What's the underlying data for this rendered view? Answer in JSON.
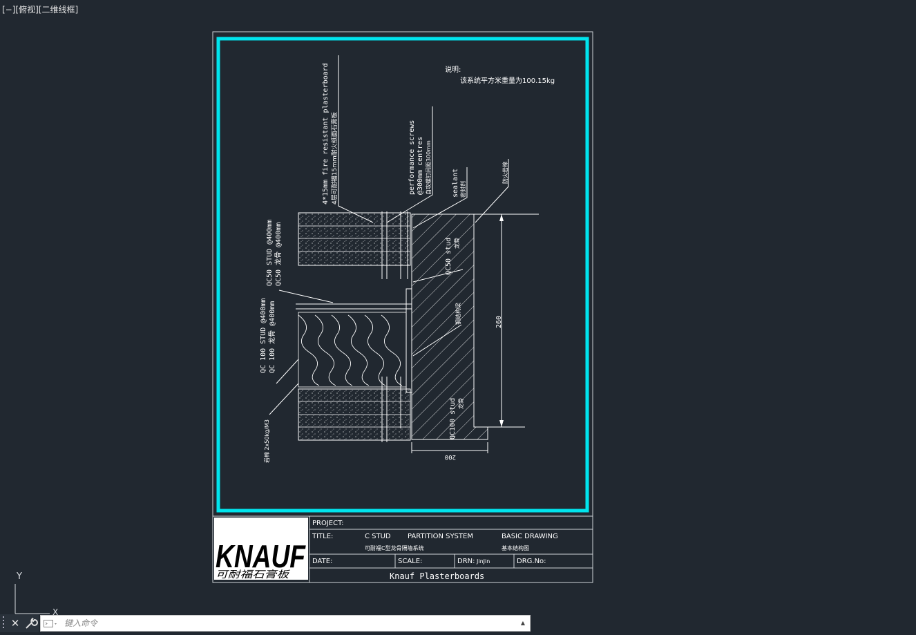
{
  "viewport": {
    "label": "[−][俯视][二维线框]"
  },
  "ucs": {
    "y_label": "Y",
    "x_label": "X"
  },
  "note": {
    "heading": "说明:",
    "text": "该系统平方米重量为100.15kg"
  },
  "callouts": {
    "plasterboard_en": "4*15mm fire resistant plasterboard",
    "plasterboard_cn": "4层可耐福15mm耐火纸面石膏板",
    "screws_en1": "performance screws",
    "screws_en2": "@300mm centres",
    "screws_cn": "自攻螺钉间距300mm",
    "sealant_en": "sealant",
    "sealant_cn": "密封剂",
    "fire_cn": "防火岩棉",
    "qc50_left_en": "QC50 STUD @400mm",
    "qc50_left_cn": "QC50 龙骨 @400mm",
    "qc100_left_en": "QC 100 STUD @400mm",
    "qc100_left_cn": "QC 100 龙骨 @400mm",
    "rockwool_cn": "岩棉 2x50kg/M3",
    "qc50_right_en": "QC50 stud",
    "qc50_right_cn": "龙骨",
    "qc100_right_en": "QC100 stud",
    "qc100_right_cn": "龙骨",
    "mid_cn": "钢结构梁",
    "dim_260": "260",
    "dim_200": "200"
  },
  "title_block": {
    "project_label": "PROJECT:",
    "title_label": "TITLE:",
    "title_en1": "C STUD",
    "title_en2": "PARTITION SYSTEM",
    "title_en3": "BASIC DRAWING",
    "title_cn1": "可耐福C型龙骨隔墙系统",
    "title_cn2": "基本结构图",
    "date_label": "DATE:",
    "scale_label": "SCALE:",
    "drn_label": "DRN:",
    "drn_value": "JinJin",
    "drg_label": "DRG.No:",
    "footer": "Knauf Plasterboards",
    "logo": "KNAUF",
    "logo_cn": "可耐福石膏板"
  },
  "command_line": {
    "placeholder": "键入命令",
    "close_icon": "close-icon",
    "wrench_icon": "wrench-icon"
  },
  "colors": {
    "background": "#212830",
    "frame_cyan": "#00e5ee",
    "line_white": "#ffffff"
  }
}
